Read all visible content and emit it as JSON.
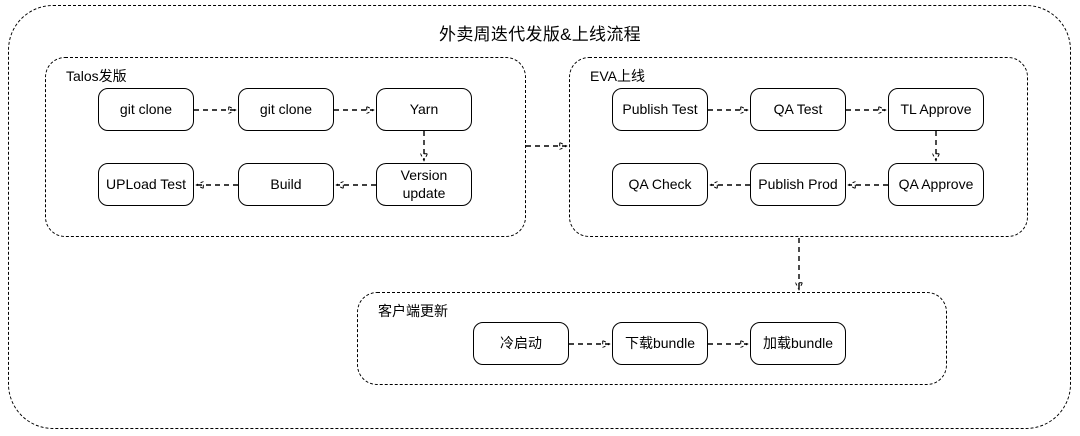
{
  "title": "外卖周迭代发版&上线流程",
  "groups": {
    "talos": {
      "label": "Talos发版",
      "nodes": {
        "git_clone_1": "git clone",
        "git_clone_2": "git clone",
        "yarn": "Yarn",
        "version_update": "Version update",
        "build": "Build",
        "upload_test": "UPLoad Test"
      }
    },
    "eva": {
      "label": "EVA上线",
      "nodes": {
        "publish_test": "Publish Test",
        "qa_test": "QA Test",
        "tl_approve": "TL Approve",
        "qa_approve": "QA Approve",
        "publish_prod": "Publish Prod",
        "qa_check": "QA Check"
      }
    },
    "client": {
      "label": "客户端更新",
      "nodes": {
        "cold_start": "冷启动",
        "download_bundle": "下载bundle",
        "load_bundle": "加载bundle"
      }
    }
  },
  "edges": [
    {
      "from": "git_clone_1",
      "to": "git_clone_2"
    },
    {
      "from": "git_clone_2",
      "to": "yarn"
    },
    {
      "from": "yarn",
      "to": "version_update"
    },
    {
      "from": "version_update",
      "to": "build"
    },
    {
      "from": "build",
      "to": "upload_test"
    },
    {
      "from": "group_talos",
      "to": "group_eva"
    },
    {
      "from": "publish_test",
      "to": "qa_test"
    },
    {
      "from": "qa_test",
      "to": "tl_approve"
    },
    {
      "from": "tl_approve",
      "to": "qa_approve"
    },
    {
      "from": "qa_approve",
      "to": "publish_prod"
    },
    {
      "from": "publish_prod",
      "to": "qa_check"
    },
    {
      "from": "group_eva",
      "to": "group_client"
    },
    {
      "from": "cold_start",
      "to": "download_bundle"
    },
    {
      "from": "download_bundle",
      "to": "load_bundle"
    }
  ],
  "colors": {
    "stroke": "#000000",
    "background": "#ffffff",
    "node_fill": "#ffffff"
  }
}
